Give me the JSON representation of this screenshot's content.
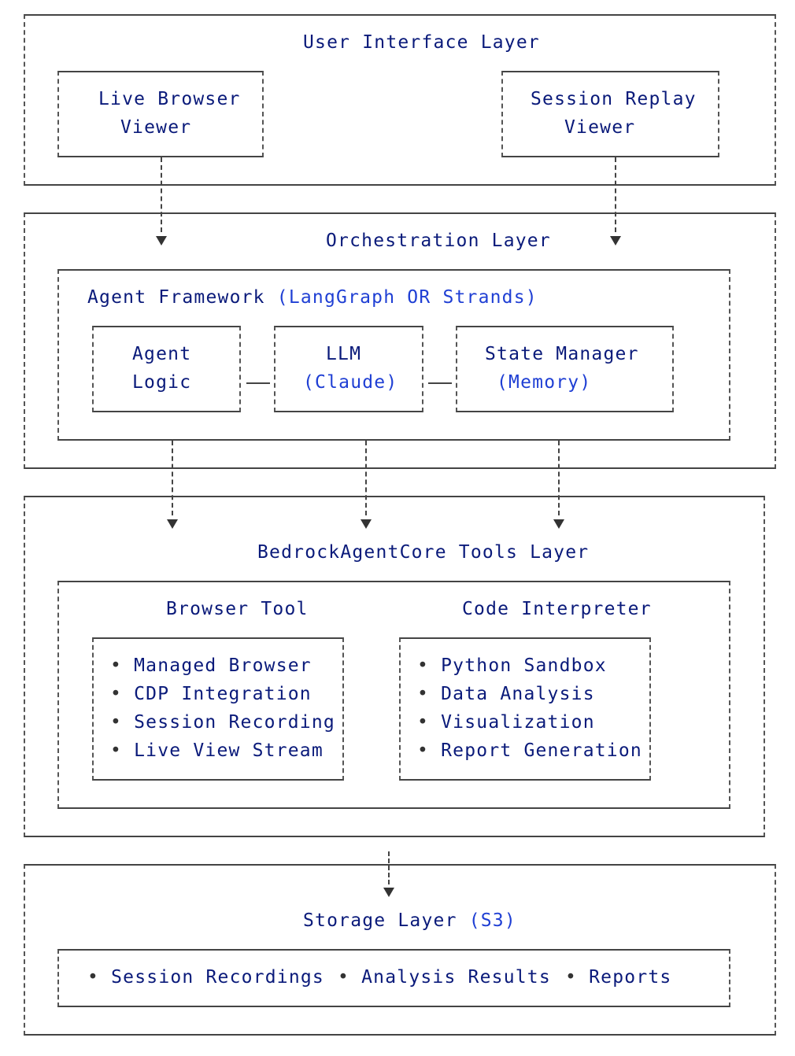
{
  "ui_layer": {
    "title": "User Interface Layer",
    "live_viewer": [
      "Live Browser",
      "Viewer"
    ],
    "replay_viewer": [
      "Session Replay",
      "Viewer"
    ]
  },
  "orch_layer": {
    "title": "Orchestration Layer",
    "framework_label": "Agent Framework",
    "framework_paren": "(LangGraph OR Strands)",
    "agent_logic": [
      "Agent",
      "Logic"
    ],
    "llm": "LLM",
    "llm_paren": "(Claude)",
    "state_manager": "State Manager",
    "state_paren": "(Memory)"
  },
  "tools_layer": {
    "title": "BedrockAgentCore Tools Layer",
    "browser_tool": {
      "title": "Browser Tool",
      "items": [
        "Managed Browser",
        "CDP Integration",
        "Session Recording",
        "Live View Stream"
      ]
    },
    "code_interpreter": {
      "title": "Code Interpreter",
      "items": [
        "Python Sandbox",
        "Data Analysis",
        "Visualization",
        "Report Generation"
      ]
    }
  },
  "storage_layer": {
    "title": "Storage Layer",
    "title_paren": "(S3)",
    "items": [
      "Session Recordings",
      "Analysis Results",
      "Reports"
    ]
  },
  "bullet_char": "•",
  "colors": {
    "text": "#0a1a7a",
    "paren": "#1f3fd4",
    "lines": "#444444"
  }
}
